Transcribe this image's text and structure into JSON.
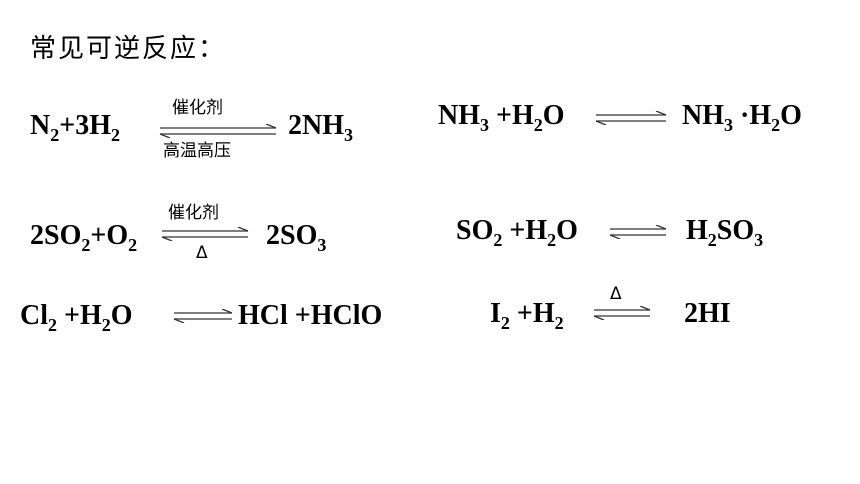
{
  "title": "常见可逆反应：",
  "reactions": {
    "r1": {
      "left": {
        "p1": "N",
        "s1": "2",
        "p2": "+3H",
        "s2": "2"
      },
      "right": {
        "p1": "2NH",
        "s1": "3"
      },
      "cond_top": "催化剂",
      "cond_bottom": "高温高压"
    },
    "r2": {
      "left": {
        "p1": "NH",
        "s1": "3",
        "p2": " +H",
        "s2": "2",
        "p3": "O"
      },
      "right": {
        "p1": "NH",
        "s1": "3",
        "p2": " ·H",
        "s2": "2",
        "p3": "O"
      }
    },
    "r3": {
      "left": {
        "p1": "2SO",
        "s1": "2",
        "p2": "+O",
        "s2": "2"
      },
      "right": {
        "p1": "2SO",
        "s1": "3"
      },
      "cond_top": "催化剂",
      "cond_bottom": "Δ"
    },
    "r4": {
      "left": {
        "p1": "SO",
        "s1": "2",
        "p2": " +H",
        "s2": "2",
        "p3": "O"
      },
      "right": {
        "p1": "H",
        "s1": "2",
        "p2": "SO",
        "s2": "3"
      }
    },
    "r5": {
      "left": {
        "p1": "Cl",
        "s1": "2",
        "p2": " +H",
        "s2": "2",
        "p3": "O"
      },
      "right": {
        "p1": "HCl +HClO"
      }
    },
    "r6": {
      "left": {
        "p1": "I",
        "s1": "2",
        "p2": " +H",
        "s2": "2"
      },
      "right": {
        "p1": "2HI"
      },
      "cond_top": "Δ"
    }
  }
}
